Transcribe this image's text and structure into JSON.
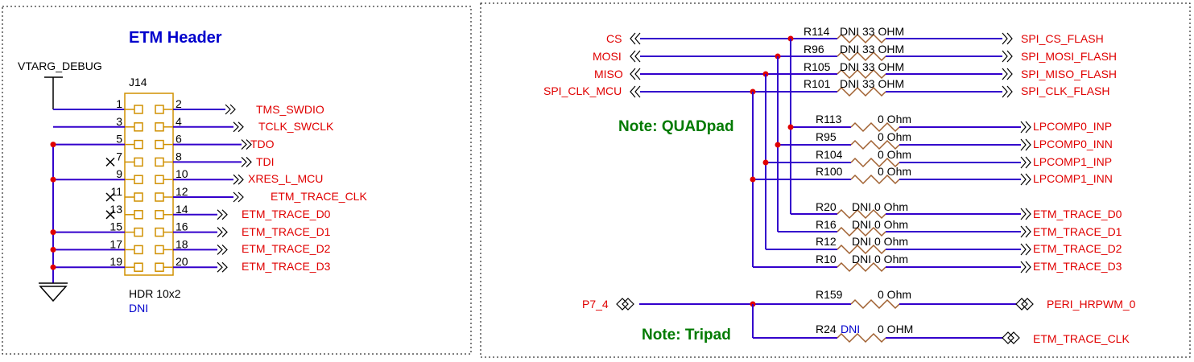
{
  "left": {
    "title": "ETM Header",
    "power": "VTARG_DEBUG",
    "ref": "J14",
    "part": "HDR 10x2",
    "dni": "DNI",
    "pins_left": [
      "1",
      "3",
      "5",
      "7",
      "9",
      "11",
      "13",
      "15",
      "17",
      "19"
    ],
    "pins_right": [
      "2",
      "4",
      "6",
      "8",
      "10",
      "12",
      "14",
      "16",
      "18",
      "20"
    ],
    "nets": [
      "TMS_SWDIO",
      "TCLK_SWCLK",
      "TDO",
      "TDI",
      "XRES_L_MCU",
      "ETM_TRACE_CLK",
      "ETM_TRACE_D0",
      "ETM_TRACE_D1",
      "ETM_TRACE_D2",
      "ETM_TRACE_D3"
    ]
  },
  "right": {
    "inputs": [
      "CS",
      "MOSI",
      "MISO",
      "SPI_CLK_MCU"
    ],
    "flash_rows": [
      {
        "ref": "R114",
        "val": "DNI 33 OHM",
        "out": "SPI_CS_FLASH"
      },
      {
        "ref": "R96",
        "val": "DNI 33 OHM",
        "out": "SPI_MOSI_FLASH"
      },
      {
        "ref": "R105",
        "val": "DNI 33 OHM",
        "out": "SPI_MISO_FLASH"
      },
      {
        "ref": "R101",
        "val": "DNI 33 OHM",
        "out": "SPI_CLK_FLASH"
      }
    ],
    "note_quad": "Note: QUADpad",
    "comp_rows": [
      {
        "ref": "R113",
        "val": "0 Ohm",
        "out": "LPCOMP0_INP"
      },
      {
        "ref": "R95",
        "val": "0 Ohm",
        "out": "LPCOMP0_INN"
      },
      {
        "ref": "R104",
        "val": "0 Ohm",
        "out": "LPCOMP1_INP"
      },
      {
        "ref": "R100",
        "val": "0 Ohm",
        "out": "LPCOMP1_INN"
      }
    ],
    "trace_rows": [
      {
        "ref": "R20",
        "val": "DNI 0 Ohm",
        "out": "ETM_TRACE_D0"
      },
      {
        "ref": "R16",
        "val": "DNI 0 Ohm",
        "out": "ETM_TRACE_D1"
      },
      {
        "ref": "R12",
        "val": "DNI 0 Ohm",
        "out": "ETM_TRACE_D2"
      },
      {
        "ref": "R10",
        "val": "DNI 0 Ohm",
        "out": "ETM_TRACE_D3"
      }
    ],
    "p74": "P7_4",
    "r159": {
      "ref": "R159",
      "val": "0 Ohm",
      "out": "PERI_HRPWM_0"
    },
    "r24": {
      "ref": "R24",
      "dni": "DNI",
      "val": "0 OHM",
      "out": "ETM_TRACE_CLK"
    },
    "note_tri": "Note: Tripad"
  }
}
